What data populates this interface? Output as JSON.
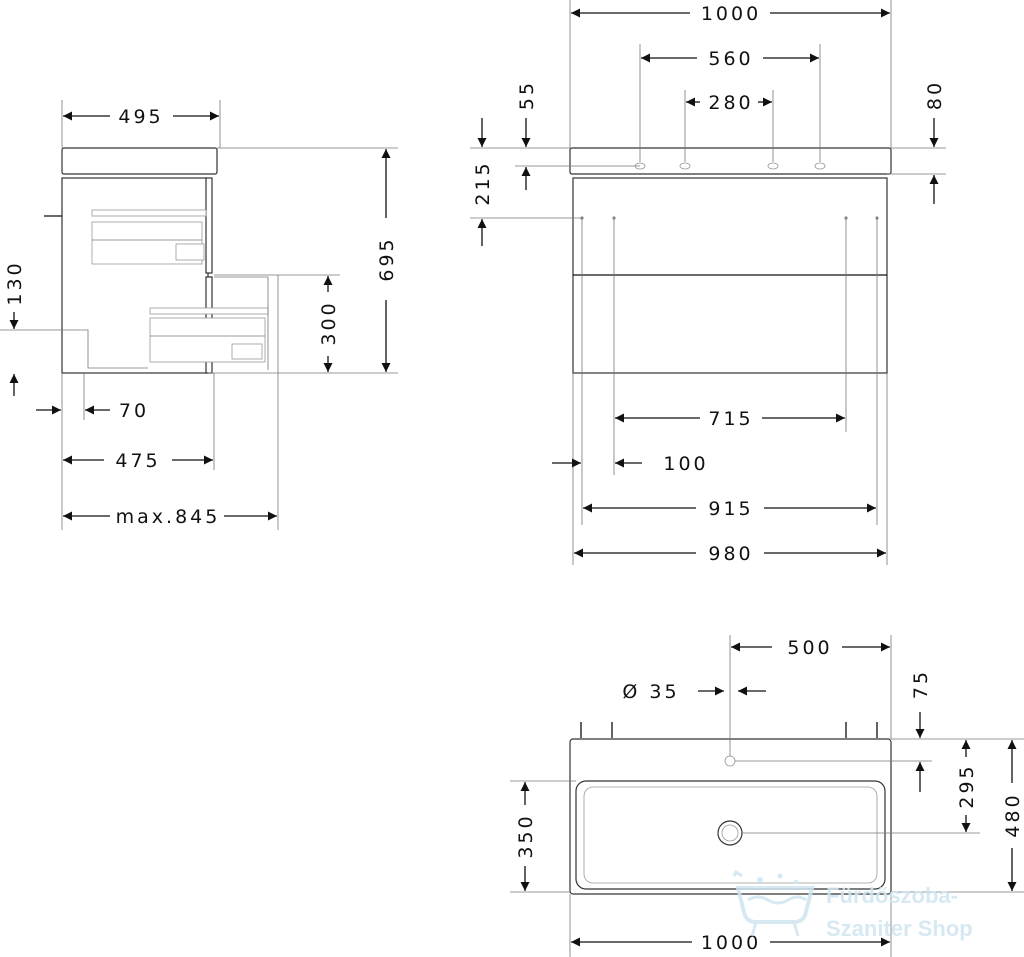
{
  "dims": {
    "side_depth_495": "495",
    "side_height_695": "695",
    "side_wall_130": "130",
    "side_drawer_300": "300",
    "side_offset_70": "70",
    "side_depth_475": "475",
    "side_max_845": "max.845",
    "front_width_1000": "1000",
    "front_holes_560": "560",
    "front_holes_280": "280",
    "front_55": "55",
    "front_80": "80",
    "front_215": "215",
    "front_715": "715",
    "front_100": "100",
    "front_915": "915",
    "front_980": "980",
    "top_500": "500",
    "top_diameter": "Ø 35",
    "top_75": "75",
    "top_295": "295",
    "top_480": "480",
    "top_350": "350",
    "top_width_1000": "1000"
  },
  "watermark": {
    "line1": "Fürdőszoba-",
    "line2": "Szaniter Shop"
  }
}
